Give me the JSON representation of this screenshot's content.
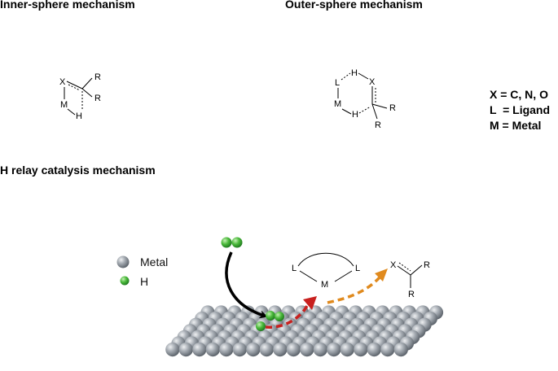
{
  "headings": {
    "inner": "Inner-sphere mechanism",
    "outer": "Outer-sphere mechanism",
    "relay": "H relay catalysis mechanism"
  },
  "definitions": [
    "X = C, N, O",
    "L  = Ligand",
    "M = Metal"
  ],
  "atoms": {
    "X": "X",
    "R": "R",
    "M": "M",
    "H": "H",
    "L": "L"
  },
  "legend": {
    "metal_label": "Metal",
    "h_label": "H"
  },
  "colors": {
    "metal_sphere": "#8c939b",
    "hydrogen": "#3aa33a",
    "black_arrow": "#000000",
    "red_arrow": "#c8201e",
    "orange_arrow": "#e08a1e"
  }
}
